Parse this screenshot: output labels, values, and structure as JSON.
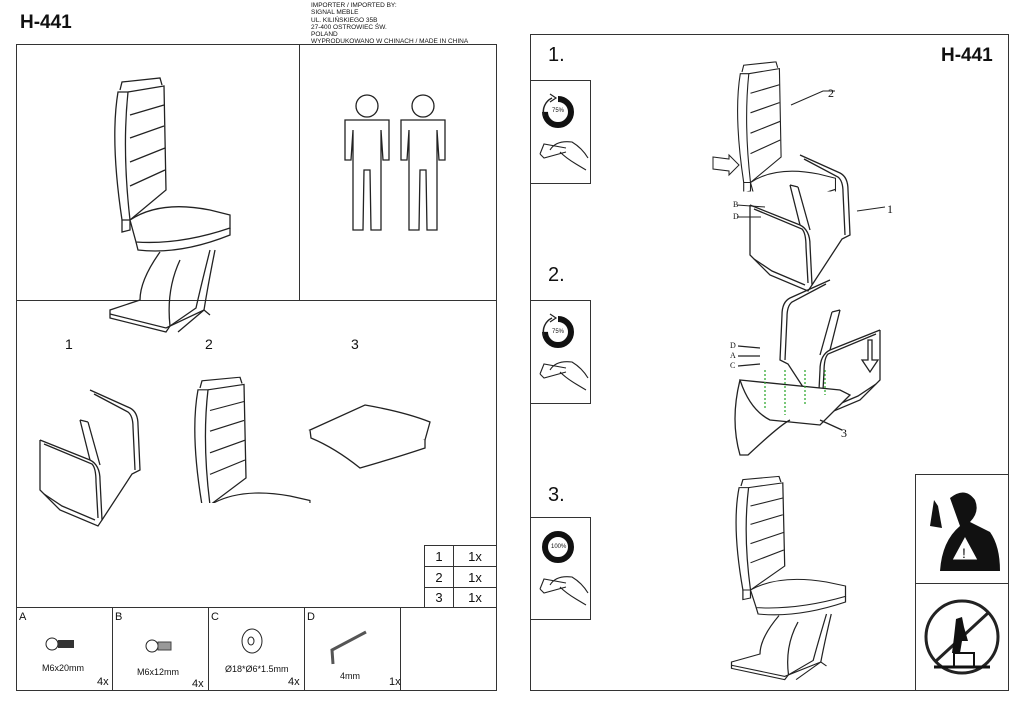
{
  "left_page": {
    "title": "H-441",
    "importer": [
      "IMPORTER / IMPORTED BY:",
      "SIGNAL MEBLE",
      "UL. KILIŃSKIEGO 35B",
      "27-400 OSTROWIEC ŚW.",
      "POLAND",
      "WYPRODUKOWANO W CHINACH / MADE IN CHINA"
    ],
    "part_labels": [
      "1",
      "2",
      "3"
    ],
    "parts_table": [
      {
        "part": "1",
        "qty": "1x"
      },
      {
        "part": "2",
        "qty": "1x"
      },
      {
        "part": "3",
        "qty": "1x"
      }
    ],
    "hardware": [
      {
        "letter": "A",
        "spec": "M6x20mm",
        "qty": "4x"
      },
      {
        "letter": "B",
        "spec": "M6x12mm",
        "qty": "4x"
      },
      {
        "letter": "C",
        "spec": "Ø18*Ø6*1.5mm",
        "qty": "4x"
      },
      {
        "letter": "D",
        "spec": "4mm",
        "qty": "1x"
      }
    ]
  },
  "right_page": {
    "title": "H-441",
    "steps": [
      {
        "number": "1.",
        "tightness": "75%",
        "callouts": [
          "2",
          "1",
          "B",
          "D"
        ]
      },
      {
        "number": "2.",
        "tightness": "75%",
        "callouts": [
          "D",
          "A",
          "C",
          "3"
        ]
      },
      {
        "number": "3.",
        "tightness": "100%"
      }
    ]
  }
}
